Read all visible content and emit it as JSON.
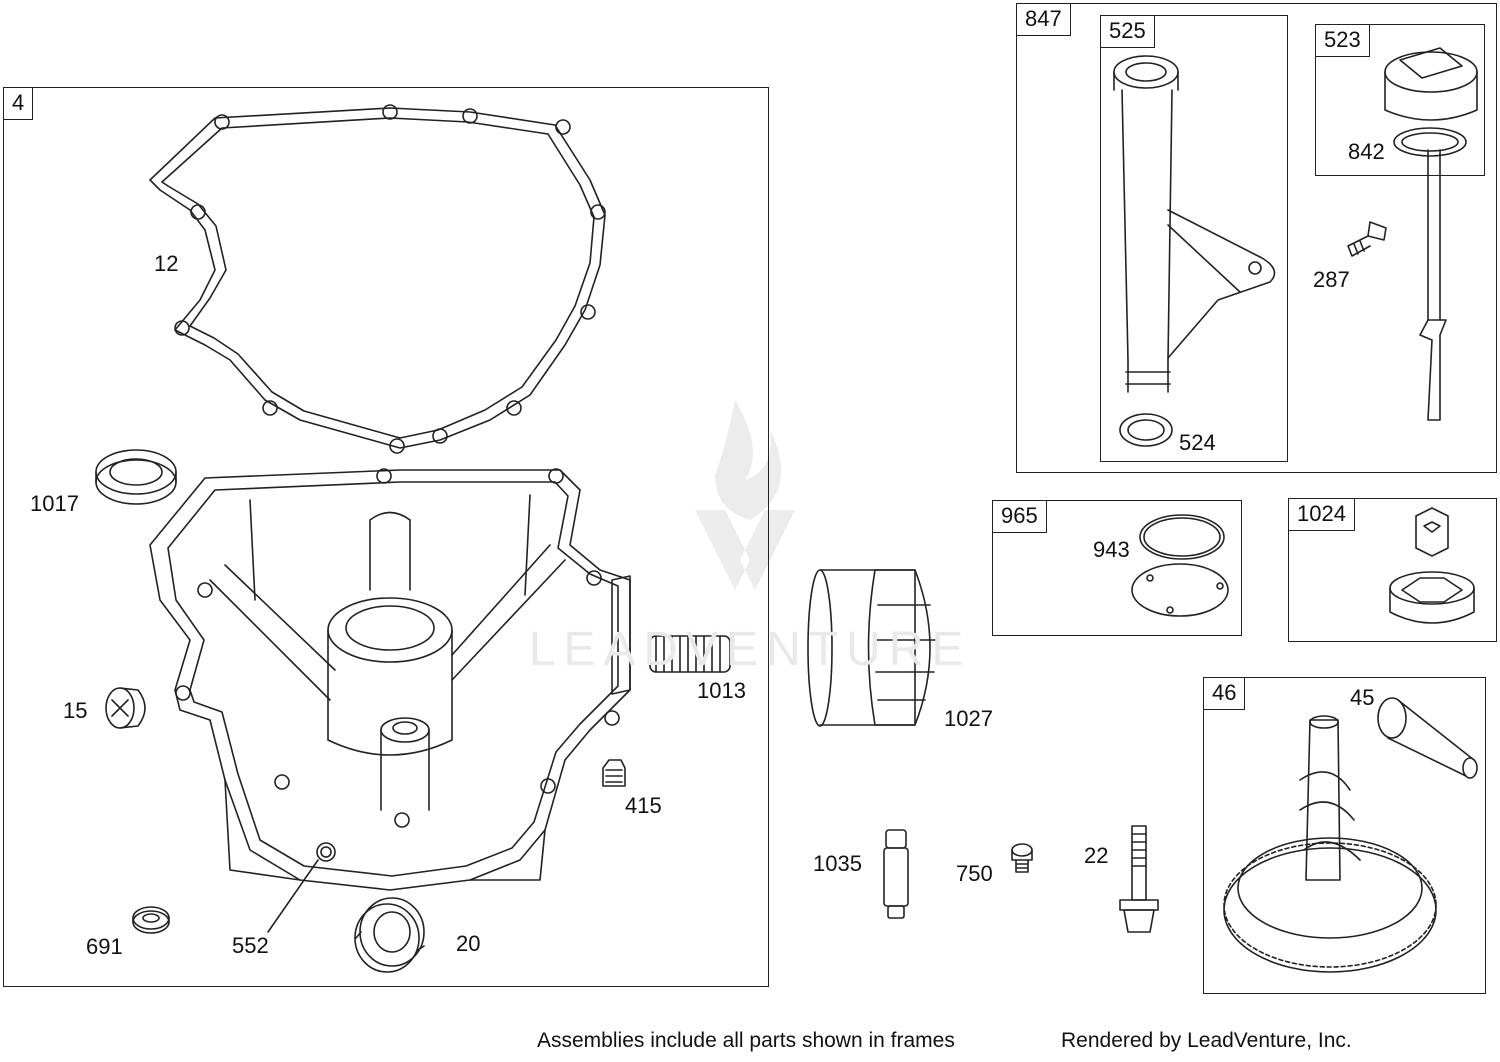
{
  "frames": {
    "f4": "4",
    "f847": "847",
    "f525": "525",
    "f523": "523",
    "f965": "965",
    "f1024": "1024",
    "f46": "46"
  },
  "callouts": {
    "c12": "12",
    "c1017": "1017",
    "c15": "15",
    "c691": "691",
    "c552": "552",
    "c20": "20",
    "c415": "415",
    "c1013": "1013",
    "c1027": "1027",
    "c1035": "1035",
    "c750": "750",
    "c22": "22",
    "c524": "524",
    "c842": "842",
    "c287": "287",
    "c943": "943",
    "c45": "45"
  },
  "footer": {
    "assemblies_note": "Assemblies include all parts shown in frames",
    "rendered_by": "Rendered by LeadVenture, Inc."
  },
  "watermark": {
    "text": "LEADVENTURE"
  },
  "colors": {
    "line": "#222222",
    "background": "#ffffff",
    "watermark": "#e6e6e6"
  }
}
